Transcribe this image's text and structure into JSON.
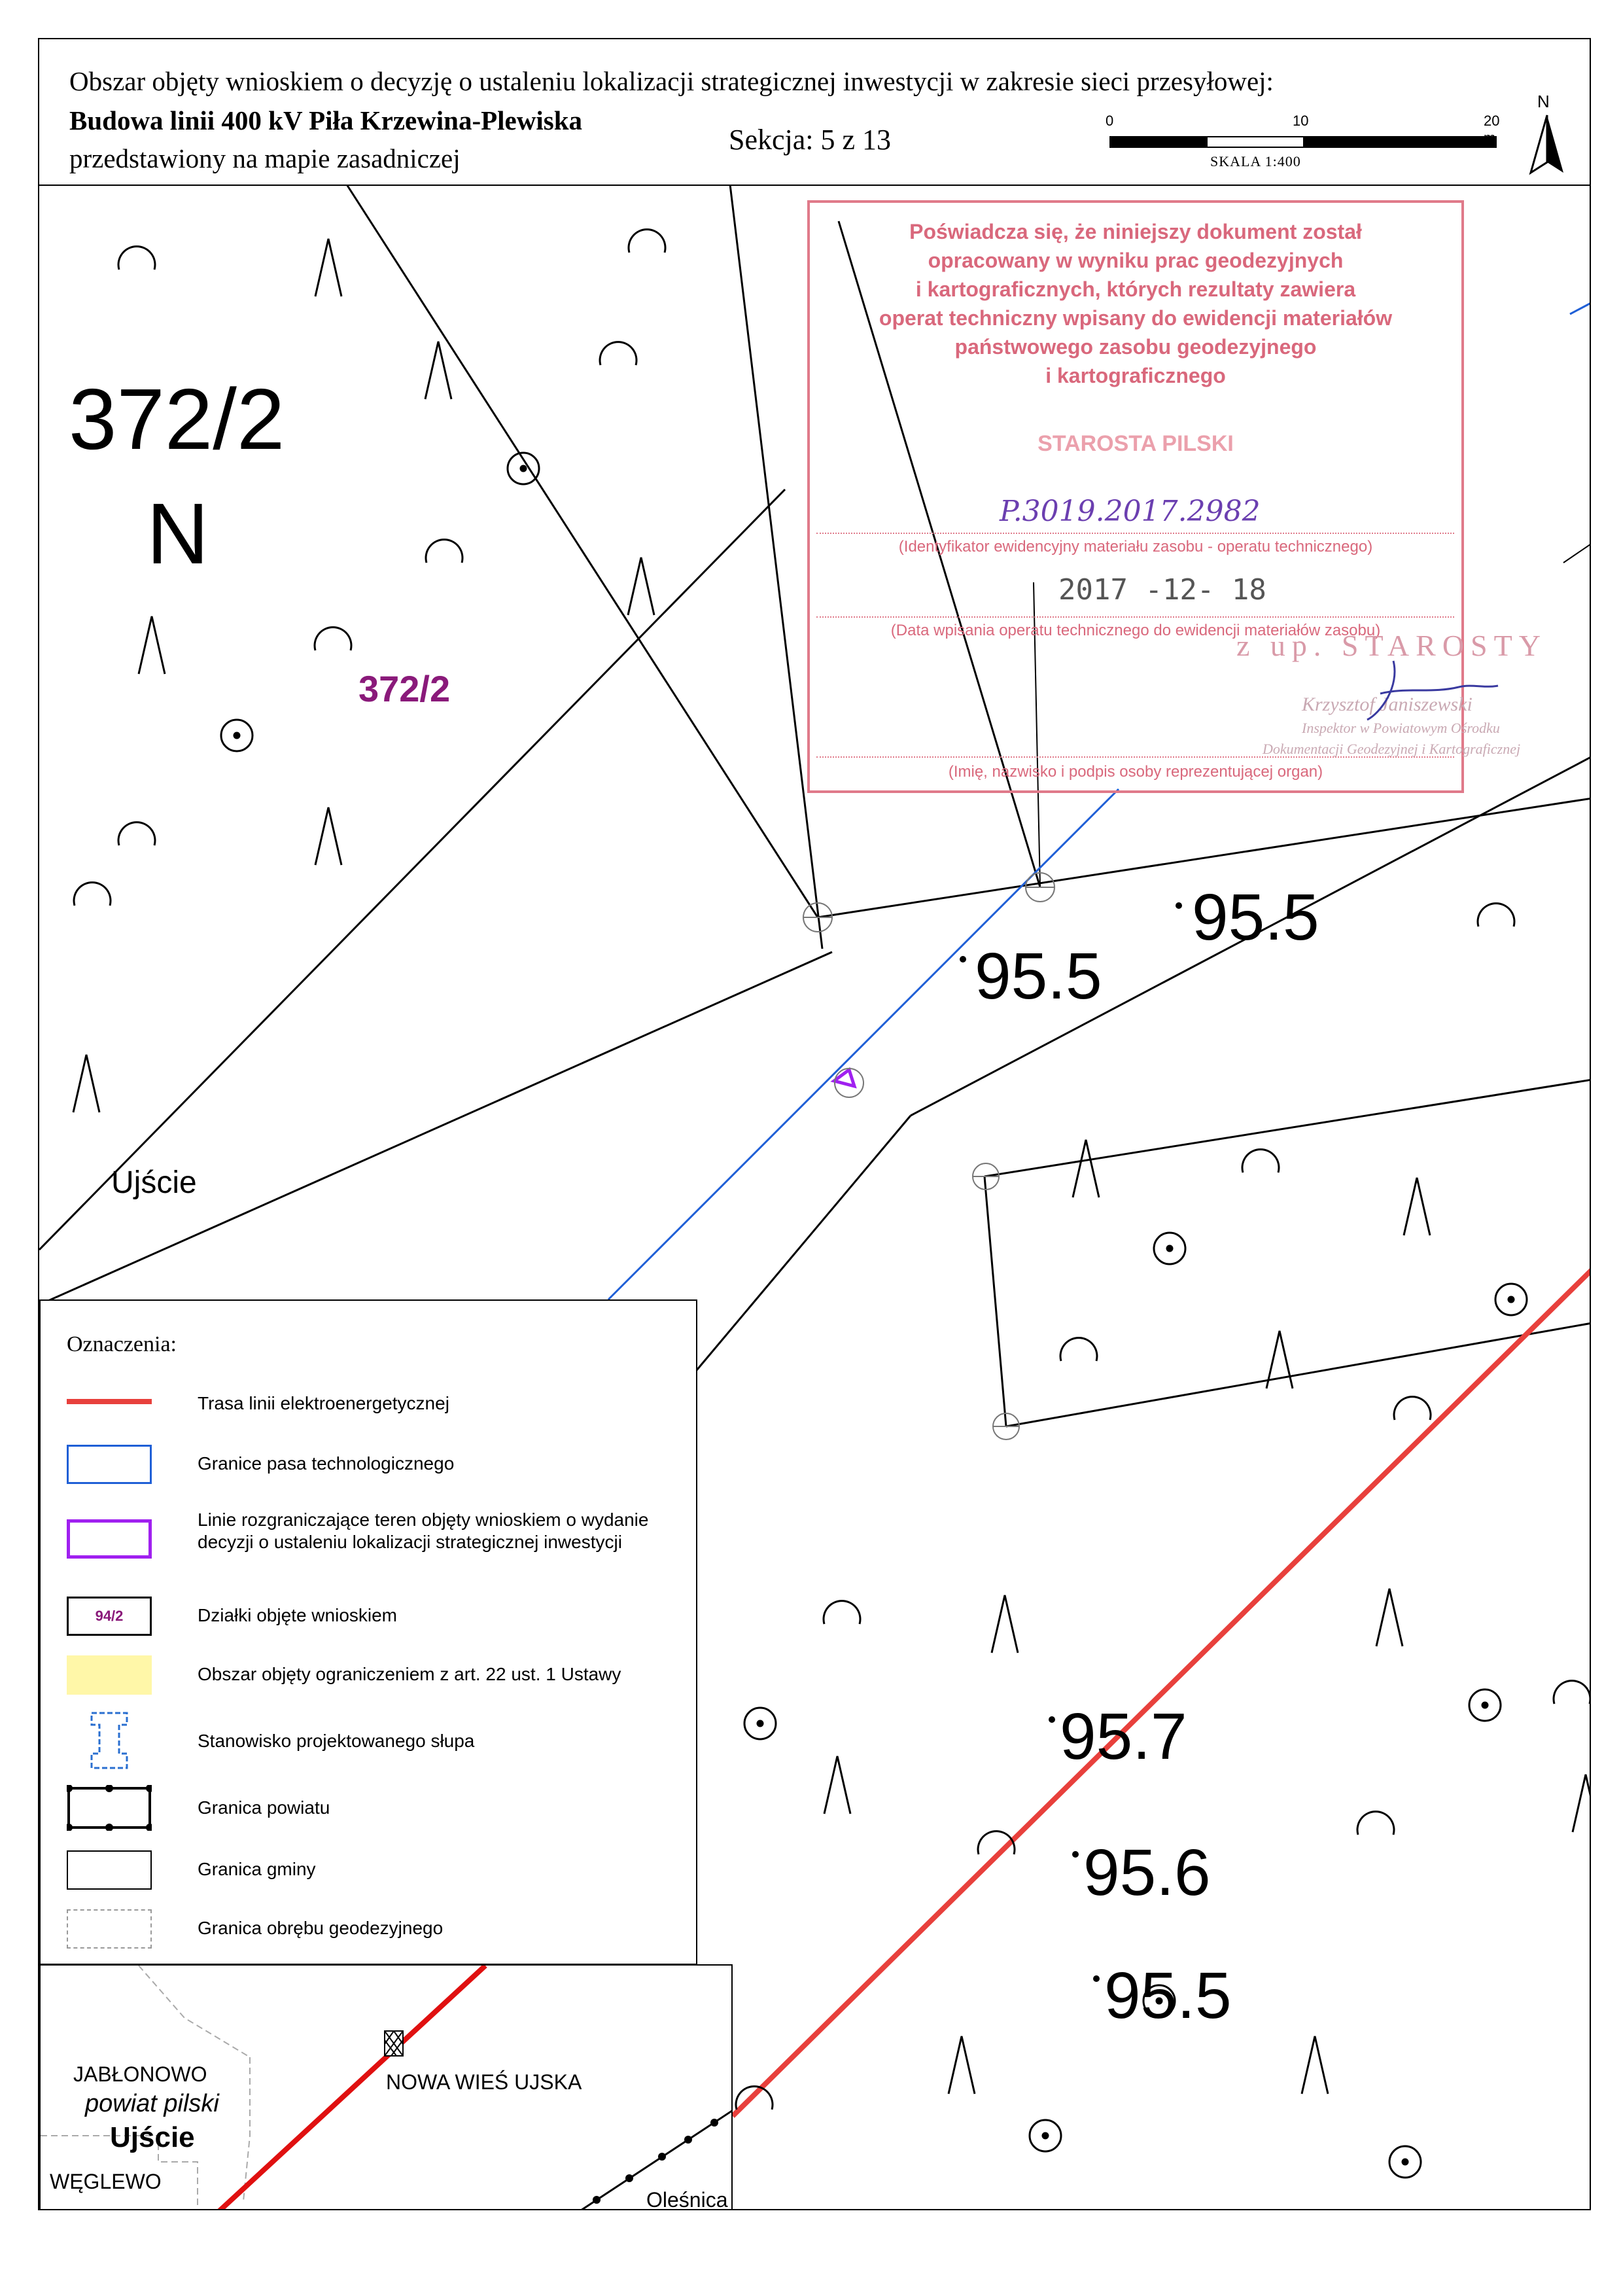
{
  "header": {
    "line1": "Obszar objęty wnioskiem o decyzję o ustaleniu lokalizacji strategicznej inwestycji w zakresie sieci przesyłowej:",
    "line2": "Budowa linii 400 kV Piła Krzewina-Plewiska",
    "line3": "przedstawiony na mapie zasadniczej",
    "section": "Sekcja: 5 z 13"
  },
  "scale": {
    "tick_0": "0",
    "tick_10": "10",
    "tick_20": "20 m",
    "label": "SKALA 1:400"
  },
  "north_arrow": {
    "label": "N"
  },
  "map": {
    "parcel_big_number": "372/2",
    "parcel_big_letter": "N",
    "parcel_purple": "372/2",
    "place_label": "Ujście",
    "elevations": [
      "95.5",
      "95.5",
      "95.7",
      "95.6",
      "95.5"
    ]
  },
  "stamp": {
    "text_lines": [
      "Poświadcza się, że niniejszy dokument został",
      "opracowany w wyniku prac geodezyjnych",
      "i kartograficznych, których rezultaty zawiera",
      "operat techniczny wpisany do ewidencji materiałów",
      "państwowego zasobu geodezyjnego",
      "i kartograficznego"
    ],
    "authority": "STAROSTA PILSKI",
    "operat_id": "P.3019.2017.2982",
    "operat_id_caption": "(Identyfikator ewidencyjny materiału zasobu - operatu technicznego)",
    "date": "2017 -12- 18",
    "date_caption": "(Data wpisania operatu technicznego do ewidencji materiałów zasobu)",
    "signer_caption": "(Imię, nazwisko i podpis osoby reprezentującej organ)",
    "side_stamp_1": "z up. STAROSTY",
    "side_stamp_2": "Krzysztof Janiszewski",
    "side_stamp_3": "Inspektor w Powiatowym Ośrodku",
    "side_stamp_4": "Dokumentacji Geodezyjnej i Kartograficznej"
  },
  "legend": {
    "title": "Oznaczenia:",
    "items": [
      {
        "label": "Trasa linii elektroenergetycznej"
      },
      {
        "label": "Granice pasa technologicznego"
      },
      {
        "label": "Linie rozgraniczające teren objęty wnioskiem o wydanie decyzji o ustaleniu lokalizacji strategicznej inwestycji"
      },
      {
        "label": "Działki objęte wnioskiem",
        "swatch_text": "94/2"
      },
      {
        "label": "Obszar objęty ograniczeniem z art. 22 ust. 1 Ustawy"
      },
      {
        "label": "Stanowisko projektowanego słupa"
      },
      {
        "label": "Granica powiatu"
      },
      {
        "label": "Granica gminy"
      },
      {
        "label": "Granica obrębu geodezyjnego"
      }
    ]
  },
  "inset": {
    "jablonowo": "JABŁONOWO",
    "powiat": "powiat pilski",
    "gmina": "Ujście",
    "weglewo": "WĘGLEWO",
    "nowa_wies": "NOWA WIEŚ UJSKA",
    "olesnica": "Oleśnica"
  },
  "colors": {
    "route_red": "#e8403c",
    "tech_strip_blue": "#1f5fd6",
    "boundary_purple": "#a020f0",
    "parcel_label_purple": "#8a1a7a",
    "restriction_yellow": "#fff7a8",
    "pylon_blue": "#2a6fd0",
    "stamp_pink": "#d9687c"
  }
}
